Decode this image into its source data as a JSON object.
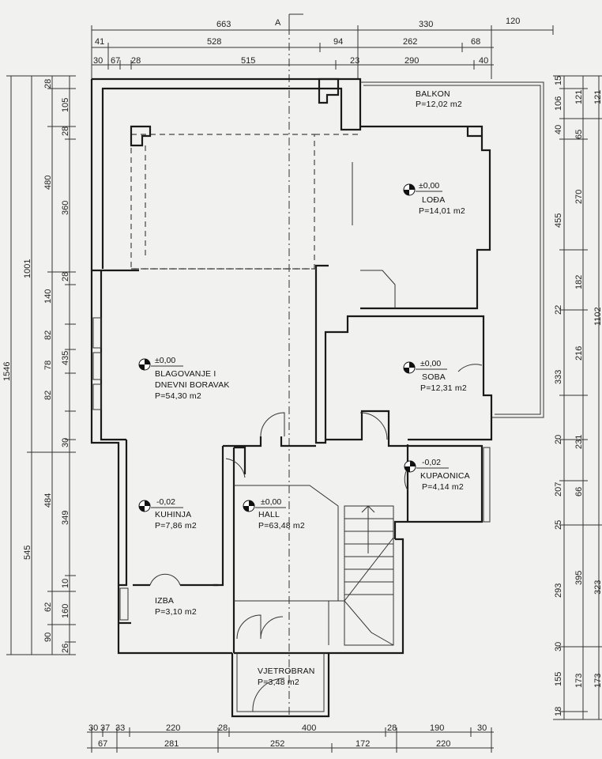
{
  "section_marker": "A",
  "dims_top": {
    "row1": [
      "663",
      "330",
      "120"
    ],
    "row2": [
      "41",
      "528",
      "94",
      "262",
      "68"
    ],
    "row3": [
      "30",
      "67",
      "28",
      "515",
      "23",
      "290",
      "40"
    ]
  },
  "dims_bottom": {
    "row1": [
      "30",
      "37",
      "33",
      "220",
      "28",
      "400",
      "28",
      "190",
      "30"
    ],
    "row2": [
      "67",
      "281",
      "252",
      "172",
      "220"
    ]
  },
  "dims_left": {
    "outer": [
      "1546"
    ],
    "mid": [
      "1001",
      "545"
    ],
    "inner": [
      "28",
      "105",
      "28",
      "480",
      "360",
      "28",
      "140",
      "82",
      "435",
      "78",
      "82",
      "30",
      "484",
      "349",
      "10",
      "62",
      "160",
      "90",
      "26"
    ]
  },
  "dims_right": {
    "inner": [
      "15",
      "106",
      "40",
      "65",
      "270",
      "455",
      "182",
      "22",
      "216",
      "333",
      "20",
      "231",
      "207",
      "66",
      "25",
      "293",
      "395",
      "30",
      "155",
      "173",
      "18"
    ],
    "outer": [
      "121",
      "121",
      "1102",
      "323",
      "173"
    ]
  },
  "rooms": [
    {
      "name": "BALKON",
      "area": "P=12,02 m2"
    },
    {
      "level": "±0,00",
      "name": "LOĐA",
      "area": "P=14,01 m2"
    },
    {
      "level": "±0,00",
      "name": "BLAGOVANJE I",
      "name2": "DNEVNI BORAVAK",
      "area": "P=54,30 m2"
    },
    {
      "level": "±0,00",
      "name": "SOBA",
      "area": "P=12,31 m2"
    },
    {
      "level": "-0,02",
      "name": "KUPAONICA",
      "area": "P=4,14 m2"
    },
    {
      "level": "-0,02",
      "name": "KUHINJA",
      "area": "P=7,86 m2"
    },
    {
      "level": "±0,00",
      "name": "HALL",
      "area": "P=63,48 m2"
    },
    {
      "name": "IZBA",
      "area": "P=3,10 m2"
    },
    {
      "name": "VJETROBRAN",
      "area": "P=3,48 m2"
    }
  ]
}
